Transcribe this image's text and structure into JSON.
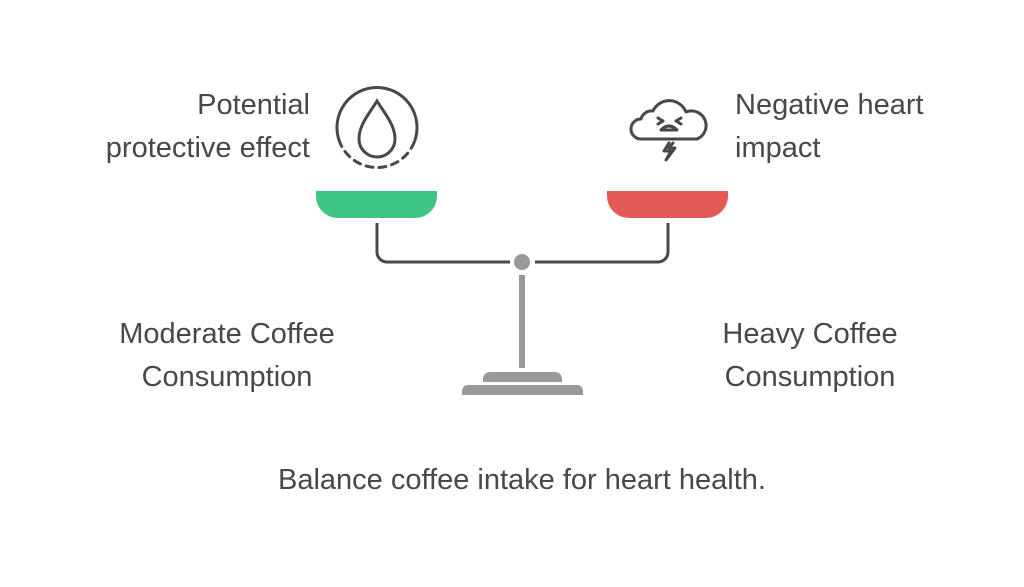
{
  "left": {
    "benefit": [
      "Potential",
      "protective effect"
    ],
    "label": [
      "Moderate Coffee",
      "Consumption"
    ],
    "color": "#3EC586",
    "icon": "water-drop-icon"
  },
  "right": {
    "benefit": [
      "Negative heart",
      "impact"
    ],
    "label": [
      "Heavy Coffee",
      "Consumption"
    ],
    "color": "#E45A56",
    "icon": "angry-storm-cloud-icon"
  },
  "caption": "Balance coffee intake for heart health."
}
